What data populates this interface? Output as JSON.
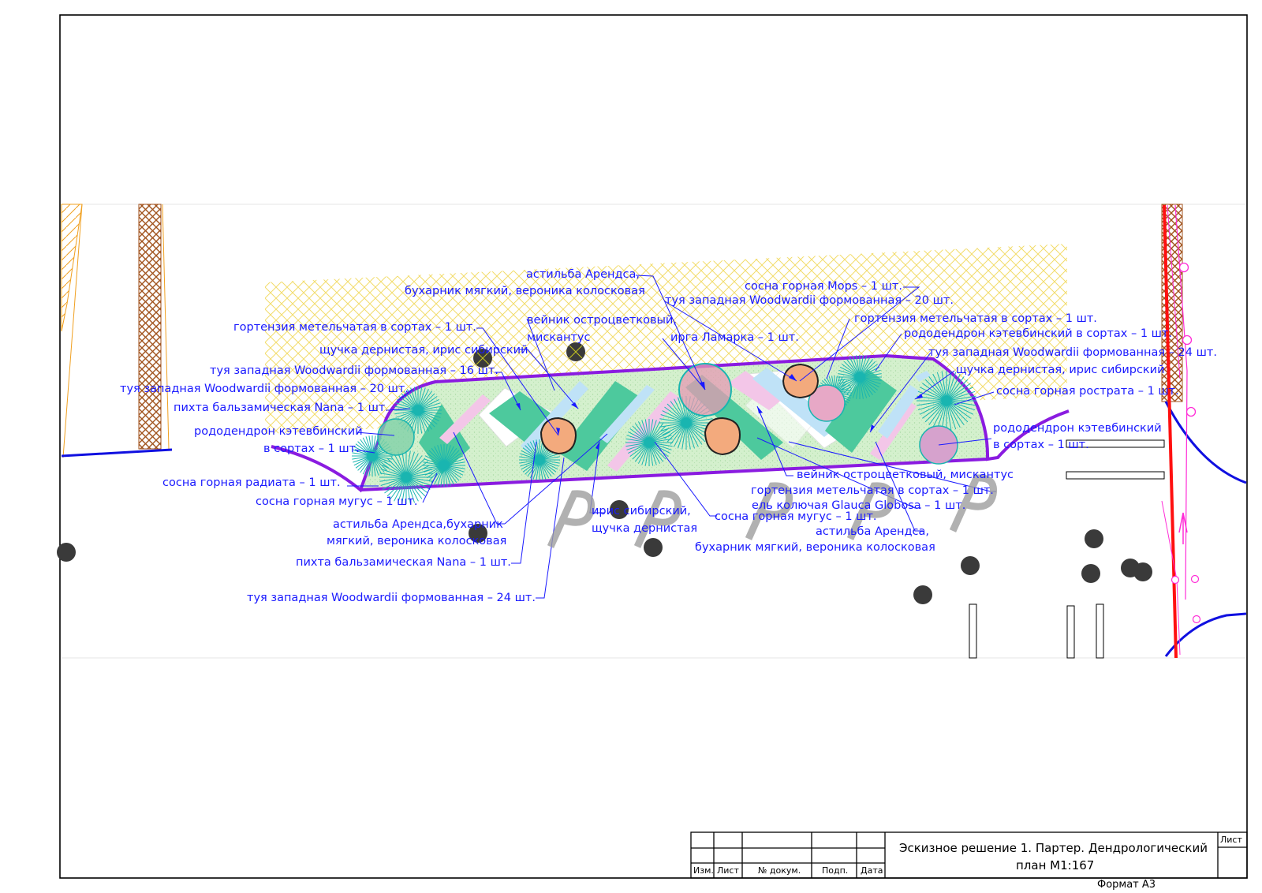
{
  "drawing": {
    "labels": {
      "astilbe_top_1": "астильба Арендса,",
      "astilbe_top_2": "бухарник мягкий, вероника колосковая",
      "pine_mops": "сосна горная Mops   – 1 шт.",
      "thuja_20_top": "туя западная Woodwardii формованная  – 20 шт.",
      "hydrangea_top_left": "гортензия метельчатая в сортах – 1 шт.",
      "calamagrostis_1": "вейник остроцветковый,",
      "calamagrostis_2": "мискантус",
      "irga": "ирга Ламарка – 1 шт.",
      "hydrangea_top_right": "гортензия метельчатая в сортах – 1 шт.",
      "rhodo_top_right": "рододендрон кэтевбинский в сортах  – 1 шт.",
      "deschampsia_left": "щучка дернистая, ирис сибирский",
      "thuja_24_right": "туя западная Woodwardii формованная  – 24 шт.",
      "thuja_16": "туя западная Woodwardii формованная  – 16 шт.",
      "deschampsia_right": "щучка дернистая, ирис сибирский",
      "thuja_20_left": "туя западная Woodwardii формованная  – 20 шт.",
      "pine_rostrata": "сосна горная рострата    – 1 шт.",
      "abies_nana_left": "пихта бальзамическая Nana  – 1 шт.",
      "rhodo_left_1": "рододендрон кэтевбинский",
      "rhodo_left_2": "в сортах – 1 шт.",
      "rhodo_right_1": "рододендрон кэтевбинский",
      "rhodo_right_2": "в сортах – 1 шт.",
      "calamagrostis_bottom": "вейник остроцветковый, мискантус",
      "pine_radiata": "сосна горная радиата  – 1 шт.",
      "hydrangea_bottom": "гортензия метельчатая в сортах – 1 шт.",
      "pine_mugus_left": "сосна горная мугус  – 1 шт.",
      "iris_1": "ирис сибирский,",
      "iris_2": "щучка дернистая",
      "picea": "ель колючая Glauca Globosa – 1 шт.",
      "pine_mugus_mid": "сосна горная мугус – 1 шт.",
      "astilbe_left_1": "астильба Арендса,бухарник",
      "astilbe_left_2": "мягкий, вероника колосковая",
      "astilbe_bottom_1": "астильба Арендса,",
      "astilbe_bottom_2": "бухарник мягкий, вероника колосковая",
      "abies_nana_bottom": "пихта бальзамическая Nana  – 1 шт.",
      "thuja_24_bottom": "туя западная Woodwardii формованная  – 24 шт."
    },
    "watermark": [
      "P",
      "P",
      "P",
      "P",
      "P"
    ]
  },
  "title_block": {
    "col_izm": "Изм.",
    "col_list": "Лист",
    "col_doc": "№ докум.",
    "col_sign": "Подп.",
    "col_date": "Дата",
    "title_line1": "Эскизное решение 1. Партер. Дендрологический",
    "title_line2": "план М1:167",
    "sheet_label": "Лист",
    "format": "Формат А3"
  },
  "colors": {
    "annotation": "#1a1aff",
    "border_purple": "#8a1be0",
    "lawn": "#cdeec8",
    "bed_teal": "#4dc99d",
    "bed_pink": "#f3c6e8",
    "bed_blue": "#bfe2f7",
    "hatch_yellow": "#f5e37a",
    "hatch_brown": "#a0521c",
    "conifer": "#19b5b0",
    "utility_red": "#ff1010",
    "utility_blue": "#1010e0",
    "utility_magenta": "#ff2dd7"
  }
}
